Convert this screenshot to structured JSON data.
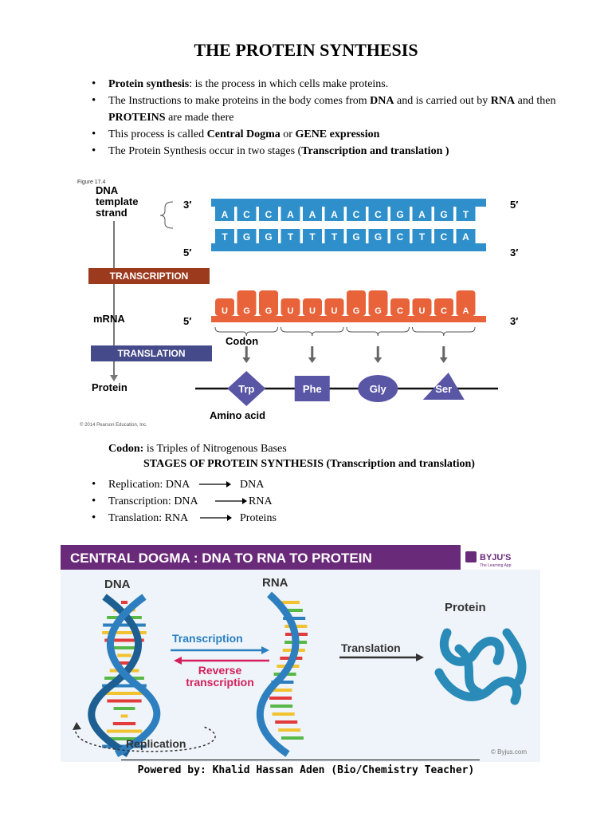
{
  "title": "THE PROTEIN SYNTHESIS",
  "bullets": {
    "b1_bold": "Protein synthesis",
    "b1_rest": ": is the process in which cells make proteins.",
    "b2_a": "The Instructions  to make proteins in the body comes from ",
    "b2_dna": "DNA",
    "b2_b": " and is carried out by ",
    "b2_rna": "RNA",
    "b2_c": " and then ",
    "b2_proteins": "PROTEINS",
    "b2_d": " are made there",
    "b3_a": "This process is called ",
    "b3_cd": "Central Dogma",
    "b3_or": " or ",
    "b3_ge": "GENE expression",
    "b4_a": "The Protein Synthesis occur in two stages (",
    "b4_b": "Transcription and translation )"
  },
  "figure1": {
    "figure_label": "Figure 17.4",
    "template_label_1": "DNA",
    "template_label_2": "template",
    "template_label_3": "strand",
    "top_strand": [
      "A",
      "C",
      "C",
      "A",
      "A",
      "A",
      "C",
      "C",
      "G",
      "A",
      "G",
      "T"
    ],
    "bottom_strand": [
      "T",
      "G",
      "G",
      "T",
      "T",
      "T",
      "G",
      "G",
      "C",
      "T",
      "C",
      "A"
    ],
    "mrna": [
      "U",
      "G",
      "G",
      "U",
      "U",
      "U",
      "G",
      "G",
      "C",
      "U",
      "C",
      "A"
    ],
    "prime_3": "3′",
    "prime_5": "5′",
    "transcription": "TRANSCRIPTION",
    "translation": "TRANSLATION",
    "mrna_label": "mRNA",
    "codon_label": "Codon",
    "protein_label": "Protein",
    "amino_acids": [
      "Trp",
      "Phe",
      "Gly",
      "Ser"
    ],
    "amino_acid_label": "Amino acid",
    "copyright": "© 2014 Pearson Education, Inc."
  },
  "codon_def": {
    "bold": "Codon:",
    "rest": " is Triples of Nitrogenous Bases"
  },
  "stages_title": "STAGES OF PROTEIN SYNTHESIS (Transcription and translation)",
  "stages": [
    {
      "label": "Replication: DNA",
      "result": "DNA"
    },
    {
      "label": "Transcription:  DNA",
      "result": "RNA"
    },
    {
      "label": "Translation: RNA",
      "result": "Proteins"
    }
  ],
  "figure2": {
    "banner": "CENTRAL DOGMA : DNA TO RNA TO PROTEIN",
    "brand": "BYJU'S",
    "brand_sub": "The Learning App",
    "dna": "DNA",
    "rna": "RNA",
    "protein": "Protein",
    "transcription": "Transcription",
    "reverse_1": "Reverse",
    "reverse_2": "transcription",
    "translation": "Translation",
    "replication": "Replication",
    "credit": "© Byjus.com"
  },
  "footer": "Powered by: Khalid Hassan Aden (Bio/Chemistry Teacher)",
  "colors": {
    "dna_blue": "#2e8fcb",
    "mrna_orange": "#e8633a",
    "transcription_box": "#9c3a1e",
    "translation_box": "#454a8a",
    "amino_acid_purple": "#5a56a6",
    "banner_purple": "#6a2a7a",
    "arrow_blue": "#2a7fc0",
    "arrow_red": "#d41f5a"
  }
}
